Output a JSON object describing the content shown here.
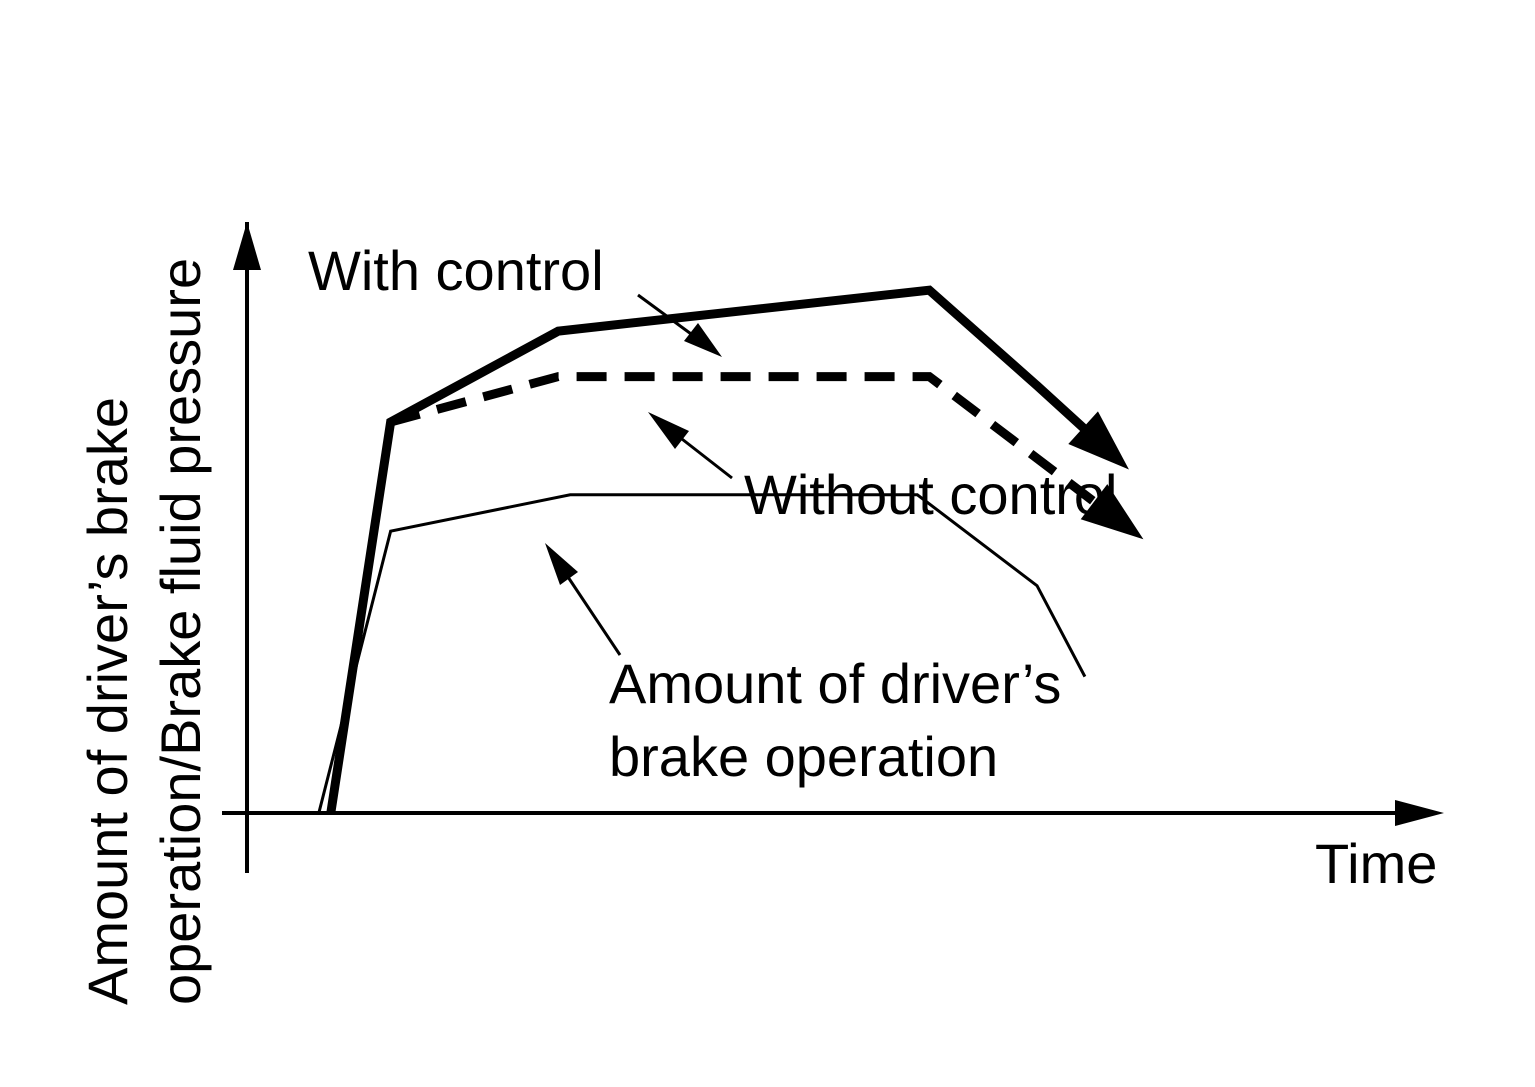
{
  "colors": {
    "ink": "#000000",
    "background": "#ffffff"
  },
  "chart_data": {
    "type": "line",
    "title": "",
    "xlabel": "Time",
    "ylabel": [
      "Amount of driver’s brake",
      "operation/Brake fluid pressure"
    ],
    "axis_style": "arrows, no ticks, no grid",
    "grid": false,
    "series": [
      {
        "key": "with",
        "name": "With control",
        "style": "thick-solid",
        "ends_with_arrow": true,
        "points": [
          [
            0.07,
            0.0
          ],
          [
            0.12,
            0.86
          ],
          [
            0.26,
            1.06
          ],
          [
            0.57,
            1.15
          ],
          [
            0.66,
            0.94
          ],
          [
            0.71,
            0.82
          ]
        ]
      },
      {
        "key": "without",
        "name": "Without control",
        "style": "thick-dashed",
        "ends_with_arrow": true,
        "points": [
          [
            0.12,
            0.86
          ],
          [
            0.26,
            0.96
          ],
          [
            0.57,
            0.96
          ],
          [
            0.65,
            0.8
          ],
          [
            0.72,
            0.66
          ]
        ]
      },
      {
        "key": "driver",
        "name": [
          "Amount of driver’s",
          "brake operation"
        ],
        "style": "thin-solid",
        "ends_with_arrow": false,
        "points": [
          [
            0.06,
            0.0
          ],
          [
            0.12,
            0.62
          ],
          [
            0.27,
            0.7
          ],
          [
            0.56,
            0.7
          ],
          [
            0.66,
            0.5
          ],
          [
            0.7,
            0.3
          ]
        ]
      }
    ]
  }
}
